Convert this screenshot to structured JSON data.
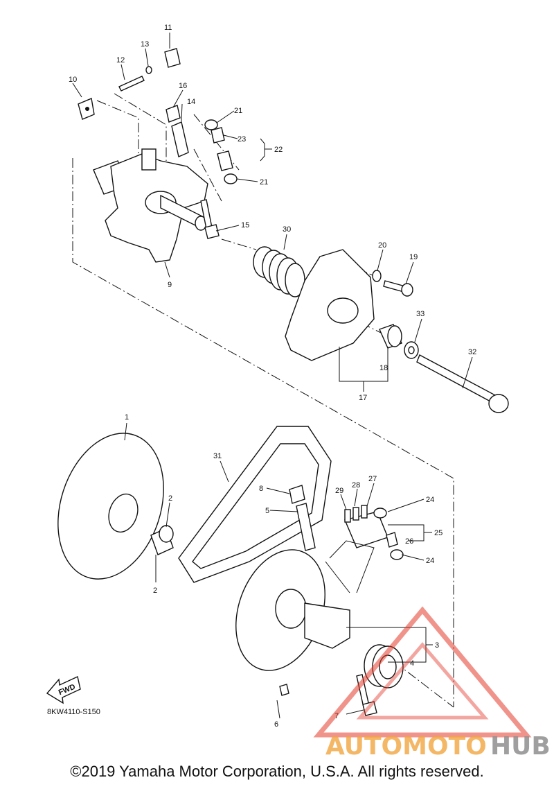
{
  "diagram": {
    "part_numbers": [
      "1",
      "2",
      "2",
      "3",
      "4",
      "5",
      "6",
      "7",
      "8",
      "9",
      "10",
      "11",
      "12",
      "13",
      "14",
      "15",
      "16",
      "17",
      "18",
      "19",
      "20",
      "21",
      "21",
      "22",
      "23",
      "24",
      "24",
      "25",
      "26",
      "27",
      "28",
      "29",
      "30",
      "31",
      "32",
      "33"
    ],
    "drawing_code": "8KW4110-S150",
    "fwd_label": "FWD"
  },
  "watermark": {
    "word_left": "AUTOMOTO",
    "word_right": "HUB",
    "colors": {
      "triangle": "#e43a2c",
      "left": "#f2a640",
      "right": "#8f8f8f"
    }
  },
  "footer": {
    "copyright": "©2019 Yamaha Motor Corporation, U.S.A. All rights reserved."
  }
}
